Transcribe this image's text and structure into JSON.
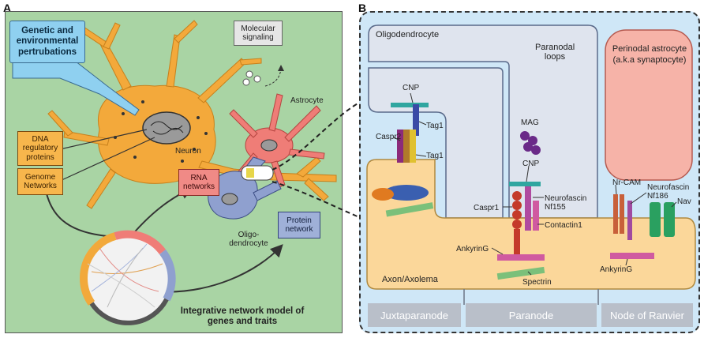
{
  "panels": {
    "a": "A",
    "b": "B"
  },
  "panel_a": {
    "genetic_box": "Genetic and environmental pertrubations",
    "molecular_signaling": "Molecular signaling",
    "astrocyte": "Astrocyte",
    "neuron": "Neuron",
    "dna_box": "DNA regulatory proteins",
    "genome_box": "Genome Networks",
    "rna_box": "RNA networks",
    "oligo_label": "Oligo-dendrocyte",
    "protein_box": "Protein network",
    "integrative": "Integrative network model of genes and traits"
  },
  "panel_b": {
    "oligodendrocyte": "Oligodendrocyte",
    "paranodal_loops": "Paranodal loops",
    "perinodal_astrocyte": "Perinodal astrocyte (a.k.a synaptocyte)",
    "cnp_1": "CNP",
    "tag1_1": "Tag1",
    "caspr2": "Caspr2",
    "tag1_2": "Tag1",
    "mag": "MAG",
    "cnp_2": "CNP",
    "caspr1": "Caspr1",
    "neurofascin_nf155": "Neurofascin Nf155",
    "contactin1": "Contactin1",
    "ankyring_1": "AnkyrinG",
    "spectrin": "Spectrin",
    "nr_cam": "Nr-CAM",
    "neurofascin_nf186": "Neurofascin Nf186",
    "nav": "Nav",
    "ankyring_2": "AnkyrinG",
    "axon": "Axon/Axolema",
    "segments": [
      "Juxtaparanode",
      "Paranode",
      "Node of Ranvier"
    ]
  },
  "colors": {
    "panel_a_bg": "#a9d4a4",
    "panel_b_bg": "#cfe7f7",
    "oligo_fill": "#dfe4ee",
    "axon_fill": "#fbd79a",
    "astro_fill": "#f6b3a8",
    "segment_fill": "#b9bfc9"
  }
}
